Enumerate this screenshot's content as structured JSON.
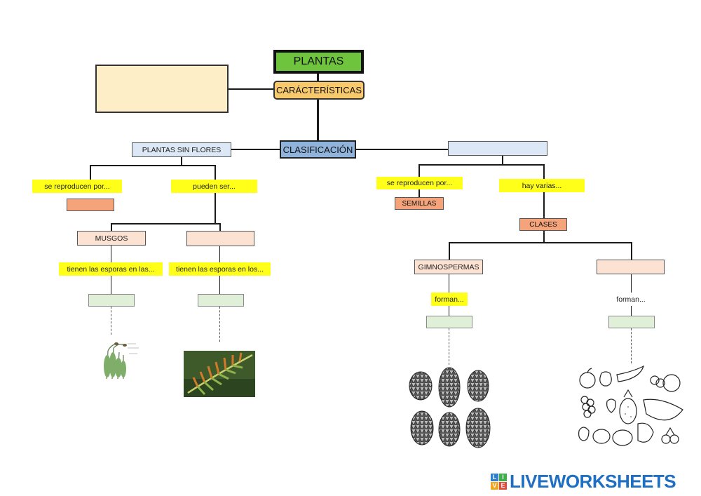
{
  "nodes": {
    "plantas": "PLANTAS",
    "caracteristicas": "CARÁCTERÍSTICAS",
    "clasificacion": "CLASIFICACIÓN",
    "sin_flores": "PLANTAS SIN FLORES",
    "reproducen_left": "se reproducen por...",
    "pueden_ser": "pueden ser...",
    "musgos": "MUSGOS",
    "esporas_las": "tienen las esporas en las...",
    "esporas_los": "tienen las esporas en los...",
    "reproducen_right": "se reproducen por...",
    "hay_varias": "hay varias...",
    "semillas": "SEMILLAS",
    "clases": "CLASES",
    "gimnospermas": "GIMNOSPERMAS",
    "forman_left": "forman...",
    "forman_right": "forman..."
  },
  "logo": {
    "text": "LIVEWORKSHEETS",
    "mini_letters": "LIVE"
  },
  "colors": {
    "green_header": "#6ec43c",
    "gold": "#f7c96a",
    "cream": "#fdeec8",
    "blue": "#8fb3da",
    "highlight": "#ffff1a",
    "salmon": "#f5a37a",
    "peach": "#fbe2d2",
    "pale_green": "#e0efd8"
  },
  "icons": [
    "moss-icon",
    "fern-icon",
    "pinecone-icon",
    "fruit-icon",
    "logo-icon"
  ]
}
